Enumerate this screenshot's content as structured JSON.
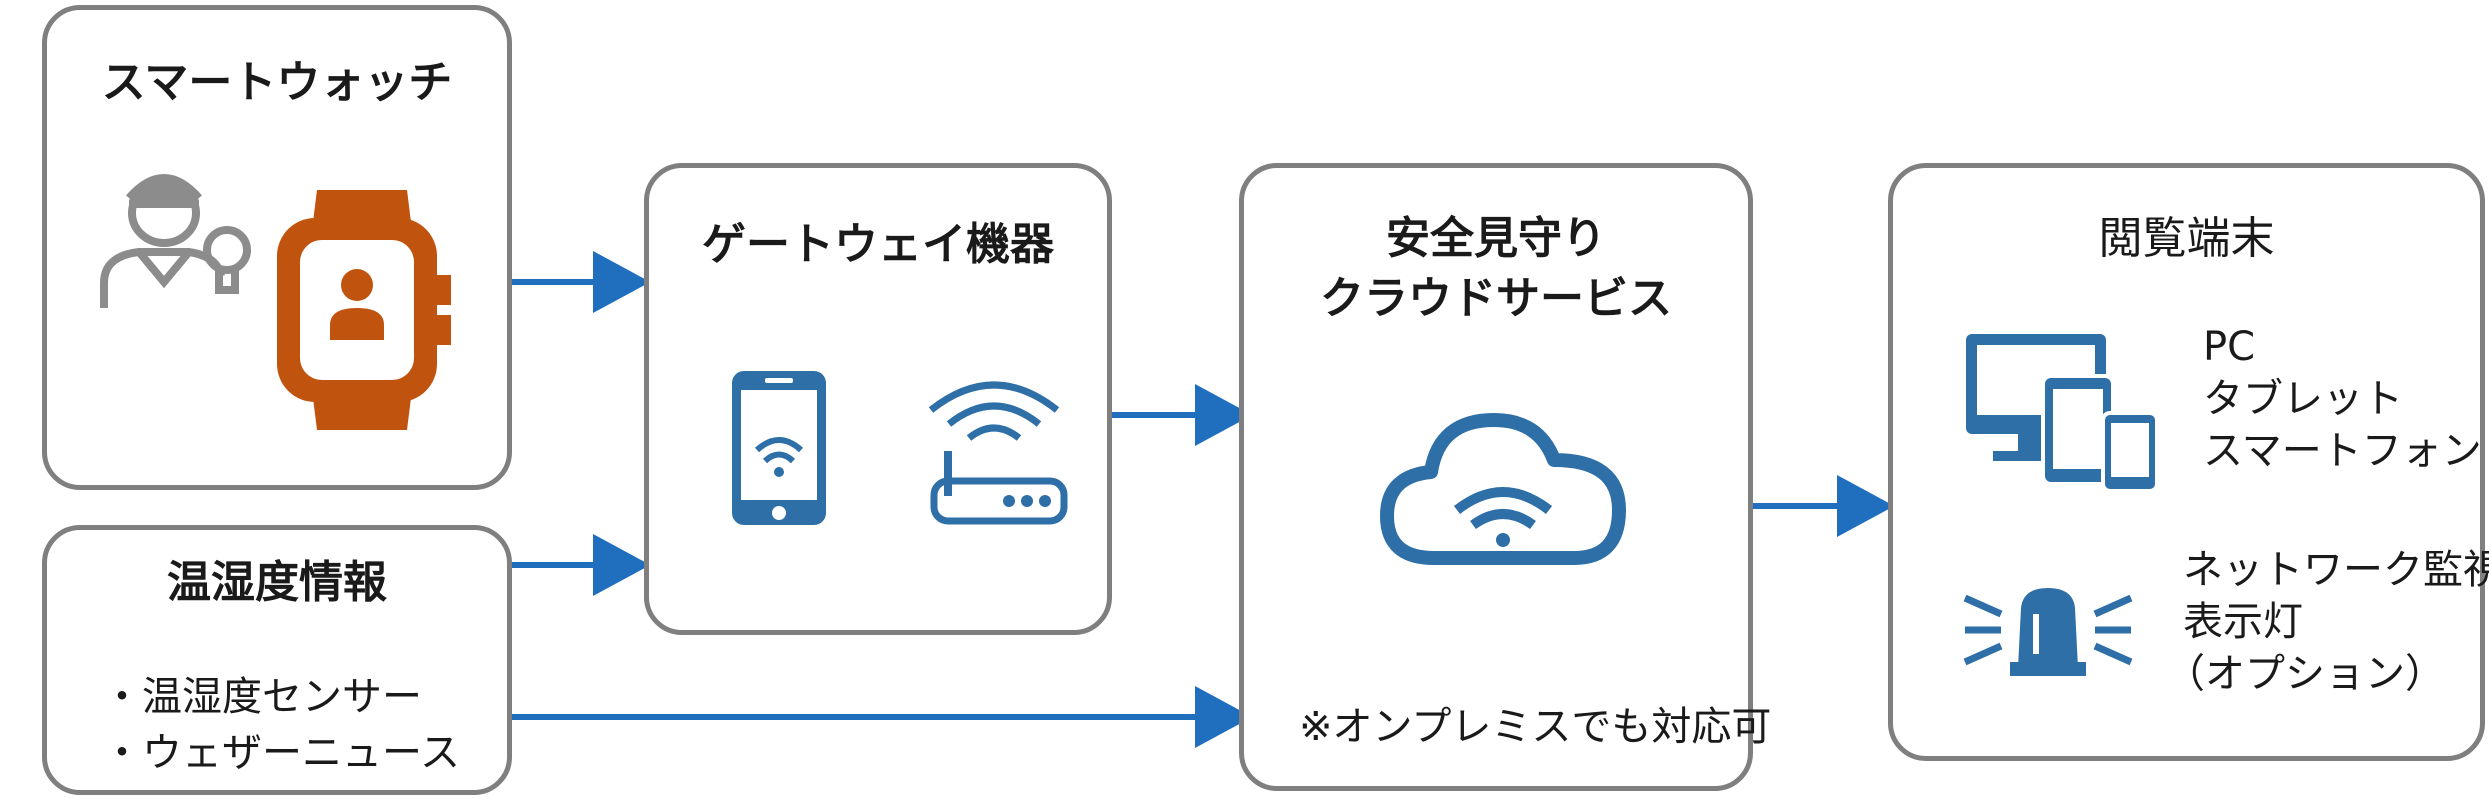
{
  "smartwatch": {
    "title": "スマートウォッチ"
  },
  "environment": {
    "title": "温湿度情報",
    "items": [
      "・温湿度センサー",
      "・ウェザーニュース"
    ]
  },
  "gateway": {
    "title": "ゲートウェイ機器"
  },
  "cloud": {
    "title_line1": "安全見守り",
    "title_line2": "クラウドサービス",
    "note": "※オンプレミスでも対応可"
  },
  "viewer": {
    "title": "閲覧端末",
    "devices": [
      "PC",
      "タブレット",
      "スマートフォン"
    ],
    "monitor": [
      "ネットワーク監視",
      "表示灯",
      "（オプション）"
    ]
  },
  "icons": {
    "worker": "worker-with-lightbulb-icon",
    "watch": "smartwatch-icon",
    "phone": "smartphone-wifi-icon",
    "router": "wifi-router-icon",
    "cloud": "cloud-wifi-icon",
    "devices": "pc-tablet-smartphone-icon",
    "lamp": "warning-lamp-icon"
  },
  "colors": {
    "arrow": "#1f6fbe",
    "icon_blue": "#2e6fa8",
    "watch_orange": "#c0540f",
    "border": "#7f7f7f"
  }
}
